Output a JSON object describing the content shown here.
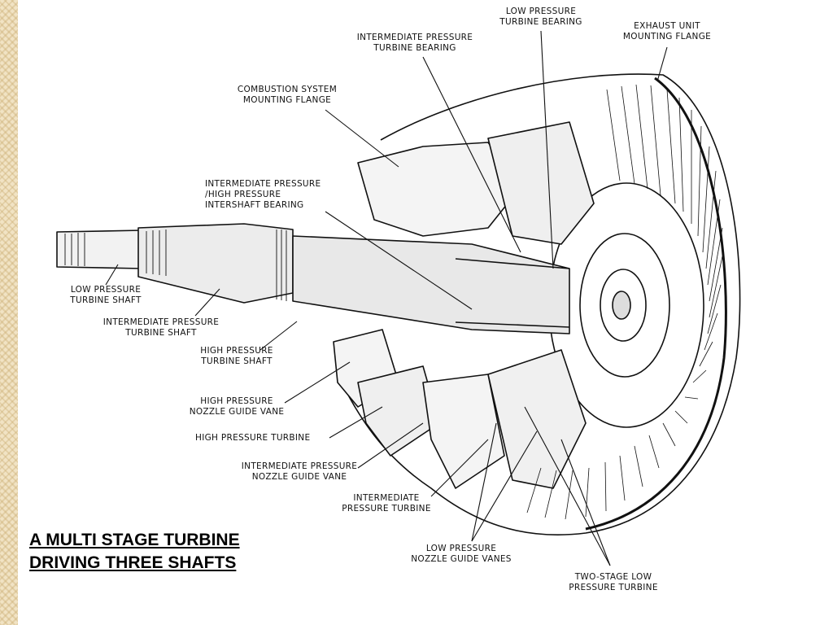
{
  "caption": {
    "line1": "A MULTI STAGE TURBINE",
    "line2": "DRIVING THREE SHAFTS"
  },
  "labels": {
    "lp_turbine_bearing": [
      "LOW PRESSURE",
      "TURBINE BEARING"
    ],
    "exhaust_flange": [
      "EXHAUST UNIT",
      "MOUNTING FLANGE"
    ],
    "ip_turbine_bearing": [
      "INTERMEDIATE PRESSURE",
      "TURBINE BEARING"
    ],
    "combustion_flange": [
      "COMBUSTION SYSTEM",
      "MOUNTING FLANGE"
    ],
    "intershaft_bearing": [
      "INTERMEDIATE PRESSURE",
      "/HIGH PRESSURE",
      "INTERSHAFT BEARING"
    ],
    "lp_turbine_shaft": [
      "LOW PRESSURE",
      "TURBINE SHAFT"
    ],
    "ip_turbine_shaft": [
      "INTERMEDIATE PRESSURE",
      "TURBINE SHAFT"
    ],
    "hp_turbine_shaft": [
      "HIGH PRESSURE",
      "TURBINE SHAFT"
    ],
    "hp_nozzle_guide_vane": [
      "HIGH PRESSURE",
      "NOZZLE GUIDE VANE"
    ],
    "hp_turbine": [
      "HIGH PRESSURE TURBINE"
    ],
    "ip_nozzle_guide_vane": [
      "INTERMEDIATE PRESSURE",
      "NOZZLE GUIDE VANE"
    ],
    "ip_turbine": [
      "INTERMEDIATE",
      "PRESSURE TURBINE"
    ],
    "lp_nozzle_guide_vanes": [
      "LOW PRESSURE",
      "NOZZLE GUIDE VANES"
    ],
    "two_stage_lp_turbine": [
      "TWO-STAGE LOW",
      "PRESSURE TURBINE"
    ]
  },
  "colors": {
    "ink": "#111111",
    "background": "#ffffff",
    "side_stripe": "#f1e3c4"
  }
}
